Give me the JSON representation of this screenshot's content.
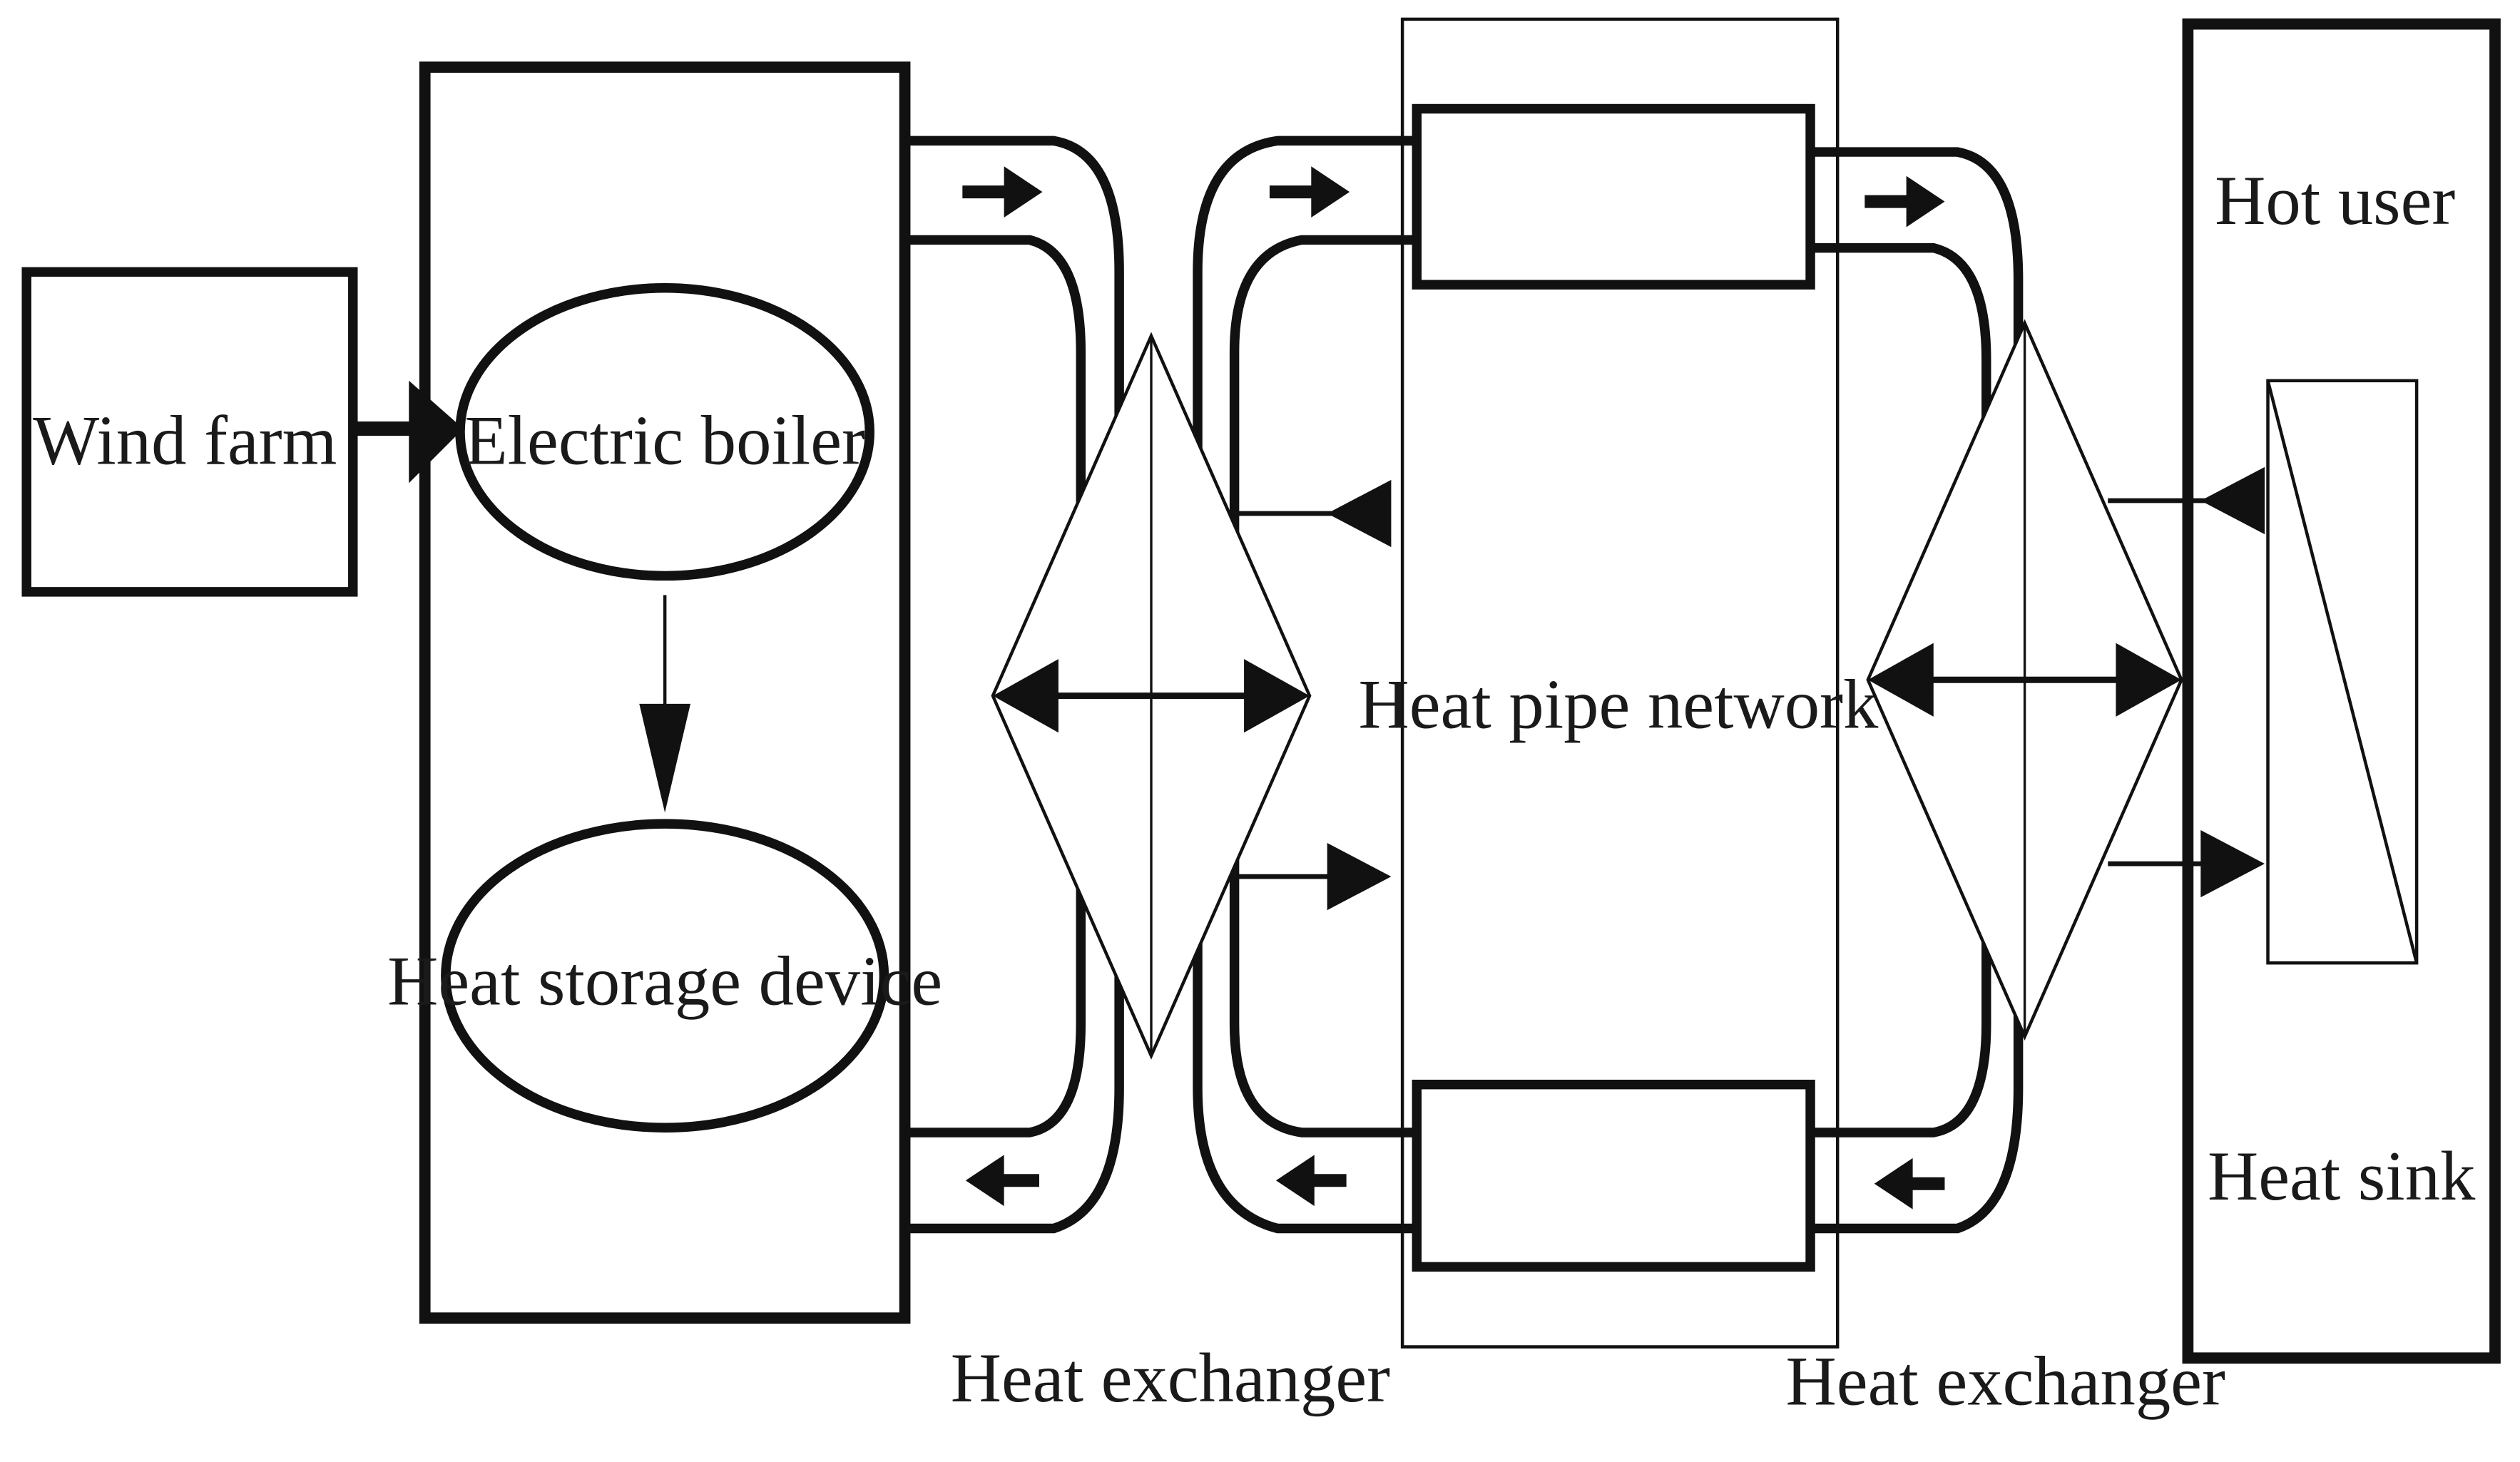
{
  "labels": {
    "wind_farm": "Wind farm",
    "electric_boiler": "Electric boiler",
    "heat_storage_device": "Heat storage device",
    "heat_pipe_network": "Heat pipe network",
    "hot_user": "Hot user",
    "heat_sink": "Heat sink",
    "heat_exchanger_left": "Heat exchanger",
    "heat_exchanger_right": "Heat exchanger"
  },
  "colors": {
    "stroke": "#111111",
    "background": "#ffffff"
  }
}
